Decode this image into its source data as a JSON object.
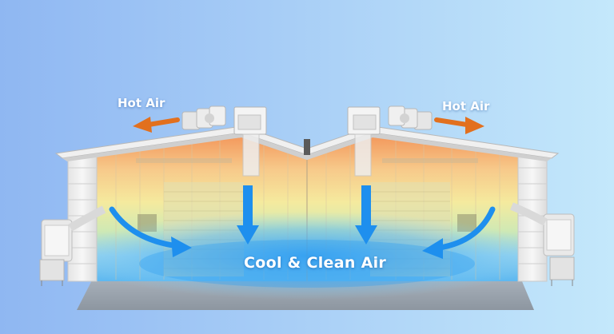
{
  "labels": {
    "hot_air_left": "Hot Air",
    "hot_air_right": "Hot Air",
    "cool_clean_air": "Cool & Clean Air"
  },
  "colors": {
    "background_left": "#8fb7f2",
    "background_right": "#c4e8fb",
    "hot_air_arrow": "#e2701e",
    "cool_air_arrow": "#1e8fee",
    "warm_zone": "#f3a36c",
    "cool_zone": "#6fc3f3",
    "wall": "#f1f1f1"
  },
  "icons": {
    "hot_air_arrow": "orange-arrow-icon",
    "cool_air_arrow": "blue-curved-arrow-icon",
    "cooler_unit": "evaporative-cooler-icon",
    "exhaust_fan": "exhaust-fan-icon"
  }
}
